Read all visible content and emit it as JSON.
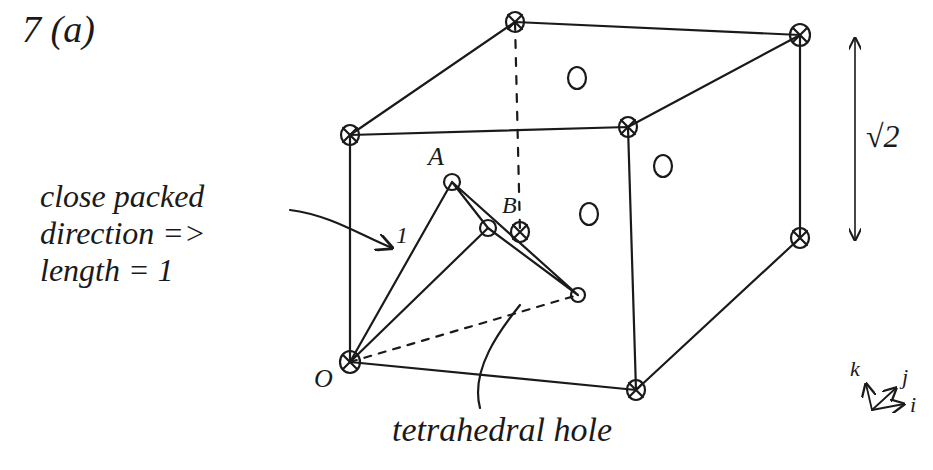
{
  "diagram": {
    "labels": [
      "7 (a)",
      "A",
      "B",
      "1",
      "√2",
      "O",
      "close packed direction => length = 1",
      "tetrahedral hole",
      "k",
      "j",
      "i"
    ]
  }
}
